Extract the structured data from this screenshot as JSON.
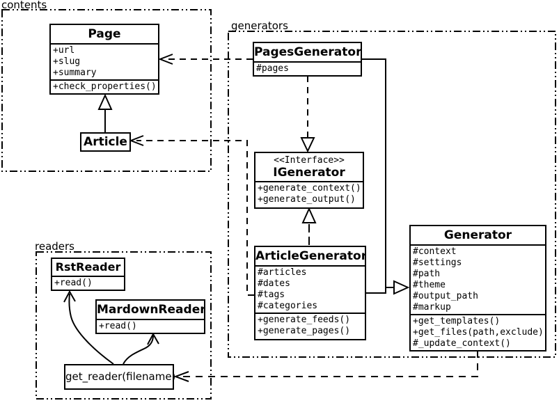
{
  "packages": {
    "contents": {
      "label": "contents"
    },
    "generators": {
      "label": "generators"
    },
    "readers": {
      "label": "readers"
    }
  },
  "classes": {
    "page": {
      "title": "Page",
      "attributes": [
        "+url",
        "+slug",
        "+summary"
      ],
      "methods": [
        "+check_properties()"
      ]
    },
    "article": {
      "title": "Article"
    },
    "pages_generator": {
      "title": "PagesGenerator",
      "attributes": [
        "#pages"
      ]
    },
    "igenerator": {
      "stereotype": "<<Interface>>",
      "title": "IGenerator",
      "methods": [
        "+generate_context()",
        "+generate_output()"
      ]
    },
    "article_generator": {
      "title": "ArticleGenerator",
      "attributes": [
        "#articles",
        "#dates",
        "#tags",
        "#categories"
      ],
      "methods": [
        "+generate_feeds()",
        "+generate_pages()"
      ]
    },
    "generator": {
      "title": "Generator",
      "attributes": [
        "#context",
        "#settings",
        "#path",
        "#theme",
        "#output_path",
        "#markup"
      ],
      "methods": [
        "+get_templates()",
        "+get_files(path,exclude)",
        "#_update_context()"
      ]
    },
    "rst_reader": {
      "title": "RstReader",
      "methods": [
        "+read()"
      ]
    },
    "mardown_reader": {
      "title": "MardownReader",
      "methods": [
        "+read()"
      ]
    },
    "get_reader": {
      "title": "get_reader(filename)"
    }
  }
}
